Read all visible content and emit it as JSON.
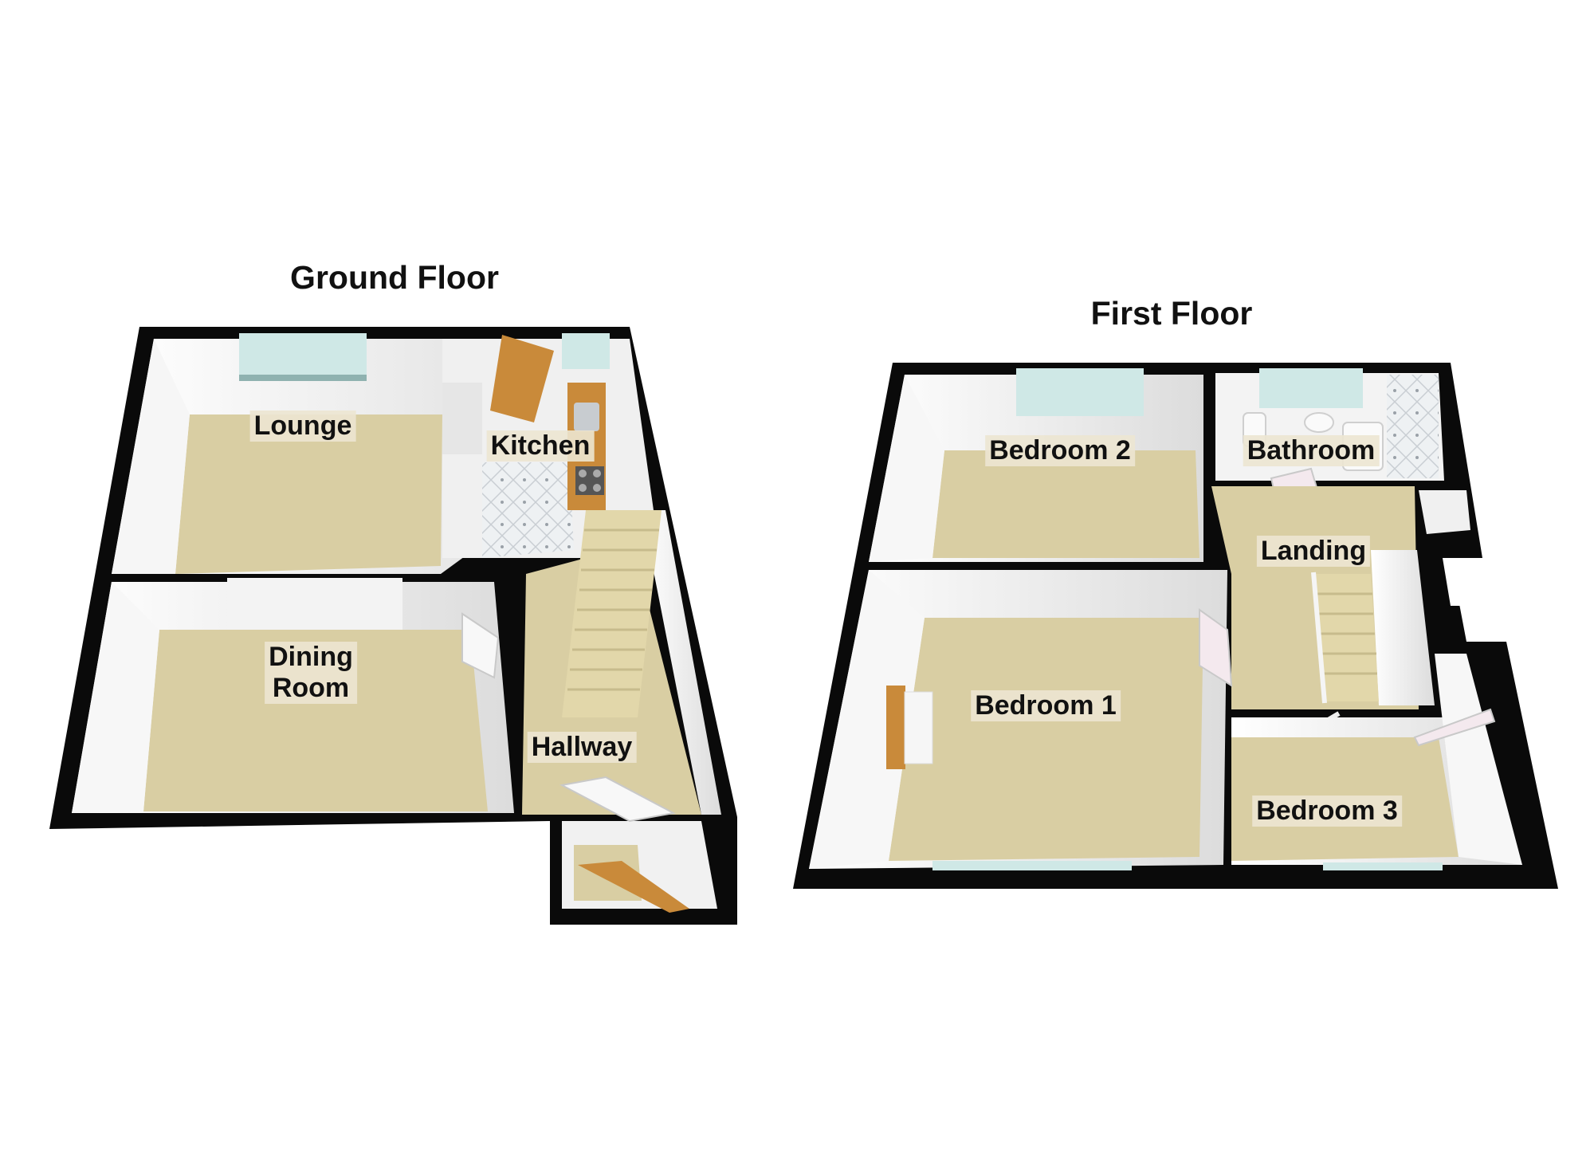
{
  "floors": [
    {
      "title": "Ground Floor",
      "rooms": [
        {
          "lines": [
            "Lounge"
          ]
        },
        {
          "lines": [
            "Kitchen"
          ]
        },
        {
          "lines": [
            "Dining",
            "Room"
          ]
        },
        {
          "lines": [
            "Hallway"
          ]
        }
      ]
    },
    {
      "title": "First Floor",
      "rooms": [
        {
          "lines": [
            "Bedroom 2"
          ]
        },
        {
          "lines": [
            "Bathroom"
          ]
        },
        {
          "lines": [
            "Landing"
          ]
        },
        {
          "lines": [
            "Bedroom 1"
          ]
        },
        {
          "lines": [
            "Bedroom 3"
          ]
        }
      ]
    }
  ],
  "colors": {
    "carpet": "#d9cea3",
    "wall": "#0a0a0a",
    "wall_inner": "#f2f2f2",
    "window": "#cfe8e6",
    "tile": "#e9edf0",
    "stairs": "#e2d7aa",
    "door": "#c98a3a"
  }
}
